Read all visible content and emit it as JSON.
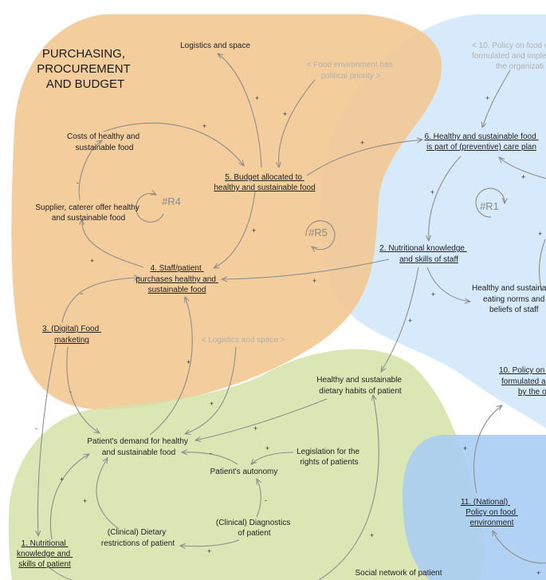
{
  "regions": {
    "purchasing": {
      "title_lines": [
        "PURCHASING,",
        "PROCUREMENT",
        "AND BUDGET"
      ],
      "color": "#f3c690"
    },
    "care": {
      "color": "#cfe6fb"
    },
    "patient": {
      "color": "#d3e3a8"
    },
    "policy": {
      "color": "#a9cdf3"
    }
  },
  "nodes": {
    "logistics": {
      "lines": [
        "Logistics and space"
      ]
    },
    "food_env_priority": {
      "lines": [
        "< Food environment has",
        "political priority >"
      ]
    },
    "policy10_top": {
      "lines": [
        "< 10. Policy on food e",
        "formulated and imple",
        "the organizati"
      ]
    },
    "costs": {
      "lines": [
        "Costs of healthy and",
        "sustainable food"
      ]
    },
    "budget": {
      "lines": [
        "5. Budget allocated to",
        "healthy and sustainable food"
      ]
    },
    "care_plan": {
      "lines": [
        "6. Healthy and sustainable food",
        "is part of (preventive) care plan"
      ]
    },
    "supplier": {
      "lines": [
        "Supplier, caterer offer healthy",
        "and sustainable food"
      ]
    },
    "knowledge_staff": {
      "lines": [
        "2. Nutritional knowledge",
        "and skills of staff"
      ]
    },
    "staff_purchase": {
      "lines": [
        "4. Staff/patient",
        "purchases healthy and",
        "sustainable food"
      ]
    },
    "eating_norms": {
      "lines": [
        "Healthy and sustaina",
        "eating norms and",
        "beliefs of staff"
      ]
    },
    "marketing": {
      "lines": [
        "3. (Digital) Food",
        "marketing"
      ]
    },
    "logistics_ghost": {
      "lines": [
        "< Logistics and space >"
      ]
    },
    "dietary_habits": {
      "lines": [
        "Healthy and sustainable",
        "dietary habits of patient"
      ]
    },
    "policy10_right": {
      "lines": [
        "10. Policy on f",
        "formulated a",
        "by the o"
      ]
    },
    "demand": {
      "lines": [
        "Patient's demand for healthy",
        "and sustainable food"
      ]
    },
    "legislation": {
      "lines": [
        "Legislation for the",
        "rights of patients"
      ]
    },
    "autonomy": {
      "lines": [
        "Patient's autonomy"
      ]
    },
    "national_policy": {
      "lines": [
        "11. (National)",
        "Policy on food",
        "environment"
      ]
    },
    "diagnostics": {
      "lines": [
        "(Clinical) Diagnostics",
        "of patient"
      ]
    },
    "dietary_restrictions": {
      "lines": [
        "(Clinical) Dietary",
        "restrictions of patient"
      ]
    },
    "knowledge_patient": {
      "lines": [
        "1. Nutritional",
        "knowledge and",
        "skills of patient"
      ]
    },
    "social_network": {
      "lines": [
        "Social network of patient"
      ]
    }
  },
  "loops": [
    {
      "id": "r4",
      "label": "#R4"
    },
    {
      "id": "r5",
      "label": "#R5"
    },
    {
      "id": "r1",
      "label": "#R1"
    }
  ],
  "links": [
    {
      "id": "budget-logistics",
      "sign": "+"
    },
    {
      "id": "priority-budget",
      "sign": "+"
    },
    {
      "id": "costs-budget",
      "sign": "+"
    },
    {
      "id": "budget-careplan",
      "sign": "+"
    },
    {
      "id": "supplier-costs",
      "sign": "-"
    },
    {
      "id": "staff-supplier",
      "sign": "+"
    },
    {
      "id": "budget-staff",
      "sign": "+"
    },
    {
      "id": "knowledge-staff",
      "sign": "+"
    },
    {
      "id": "careplan-knowledge",
      "sign": "+"
    },
    {
      "id": "knowledge-norms",
      "sign": "+"
    },
    {
      "id": "careplan-return",
      "sign": "+"
    },
    {
      "id": "policy-careplan",
      "sign": "+"
    },
    {
      "id": "norms-return",
      "sign": "+"
    },
    {
      "id": "marketing-staff",
      "sign": "-"
    },
    {
      "id": "marketing-demand",
      "sign": "-"
    },
    {
      "id": "marketing-knowledge",
      "sign": "-"
    },
    {
      "id": "demand-staff",
      "sign": "+"
    },
    {
      "id": "logistics-demand",
      "sign": "+"
    },
    {
      "id": "knowledge-habits",
      "sign": "+"
    },
    {
      "id": "habits-demand",
      "sign": "+"
    },
    {
      "id": "autonomy-demand",
      "sign": "-"
    },
    {
      "id": "legislation-autonomy",
      "sign": "+"
    },
    {
      "id": "diagnostics-autonomy",
      "sign": "-"
    },
    {
      "id": "diagnostics-restrictions",
      "sign": "+"
    },
    {
      "id": "restrictions-demand",
      "sign": "+"
    },
    {
      "id": "knowledge-demand",
      "sign": "+"
    },
    {
      "id": "network-habits",
      "sign": "+"
    },
    {
      "id": "national-policy10",
      "sign": "+"
    },
    {
      "id": "national-return",
      "sign": "+"
    }
  ]
}
